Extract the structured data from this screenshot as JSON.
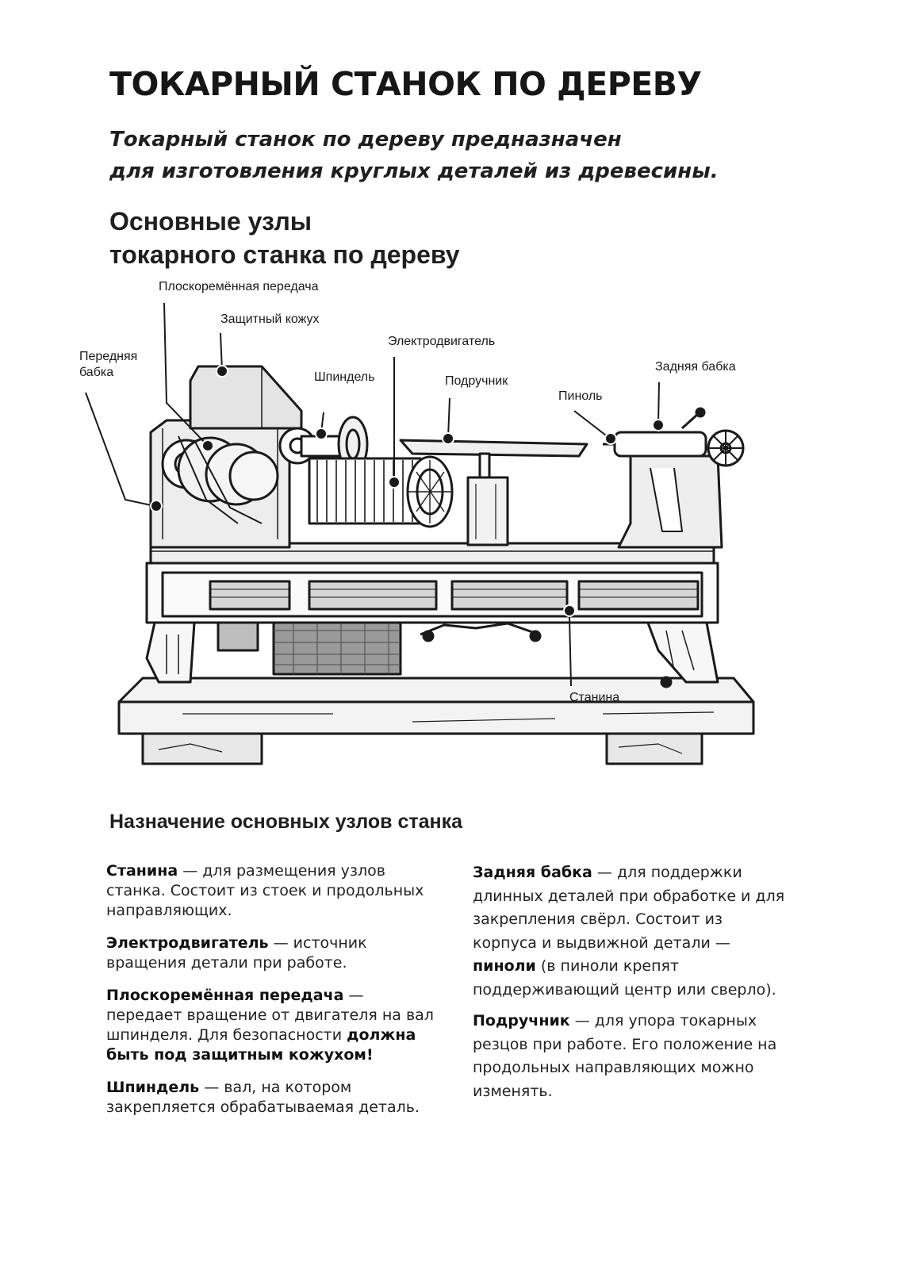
{
  "title": "ТОКАРНЫЙ СТАНОК ПО ДЕРЕВУ",
  "subtitle": {
    "line1": "Токарный станок по дереву предназначен",
    "line2": "для изготовления круглых деталей из древесины."
  },
  "section": {
    "line1": "Основные узлы",
    "line2": "токарного станка по дереву"
  },
  "labels": {
    "belt": "Плоскоремённая передача",
    "guard": "Защитный кожух",
    "motor": "Электродвигатель",
    "headstock": "Передняя бабка",
    "spindle": "Шпиндель",
    "toolrest": "Подручник",
    "quill": "Пиноль",
    "tailstock": "Задняя бабка",
    "bed": "Станина"
  },
  "purpose_title": "Назначение основных узлов станка",
  "left_column": [
    {
      "term": "Станина",
      "text": " — для размещения узлов станка. Состоит из стоек и продольных направляющих."
    },
    {
      "term": "Электродвигатель",
      "text": " — источник вращения детали при работе."
    },
    {
      "term": "Плоскоремённая передача",
      "text": " — передает вращение от двигателя на вал шпинделя. Для безопасности ",
      "bold_tail": "должна быть под защитным кожухом!"
    },
    {
      "term": "Шпиндель",
      "text": " — вал, на котором закрепляется обрабатываемая деталь."
    }
  ],
  "right_column": [
    {
      "term": "Задняя бабка",
      "text": " — для поддержки длинных деталей при обработке и для закрепления свёрл. Состоит из корпуса и выдвижной детали — ",
      "bold_mid": "пиноли",
      "text_end": " (в пиноли крепят поддерживающий центр или сверло)."
    },
    {
      "term": "Подручник",
      "text": " — для упора токарных резцов при работе. Его положение на продольных направляющих можно изменять."
    }
  ]
}
